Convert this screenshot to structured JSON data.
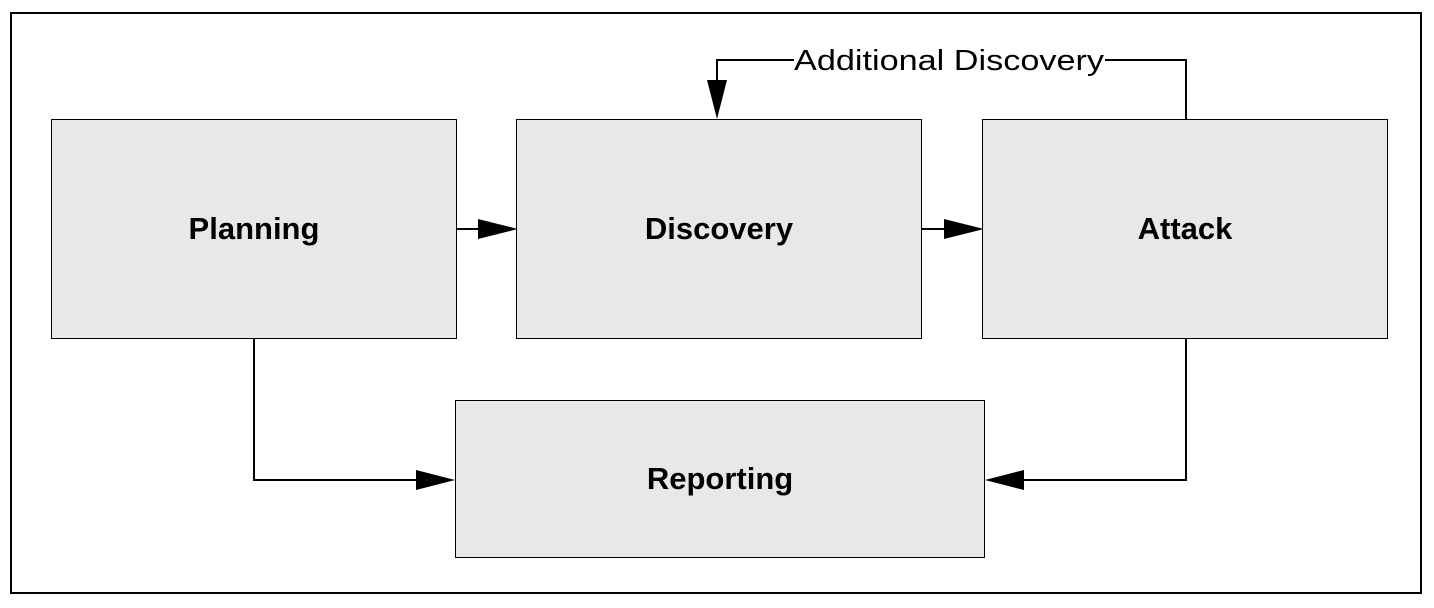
{
  "nodes": {
    "planning": "Planning",
    "discovery": "Discovery",
    "attack": "Attack",
    "reporting": "Reporting"
  },
  "edges": {
    "feedback_label": "Additional Discovery"
  },
  "colors": {
    "node_fill": "#e8e8e8",
    "stroke": "#000000"
  }
}
